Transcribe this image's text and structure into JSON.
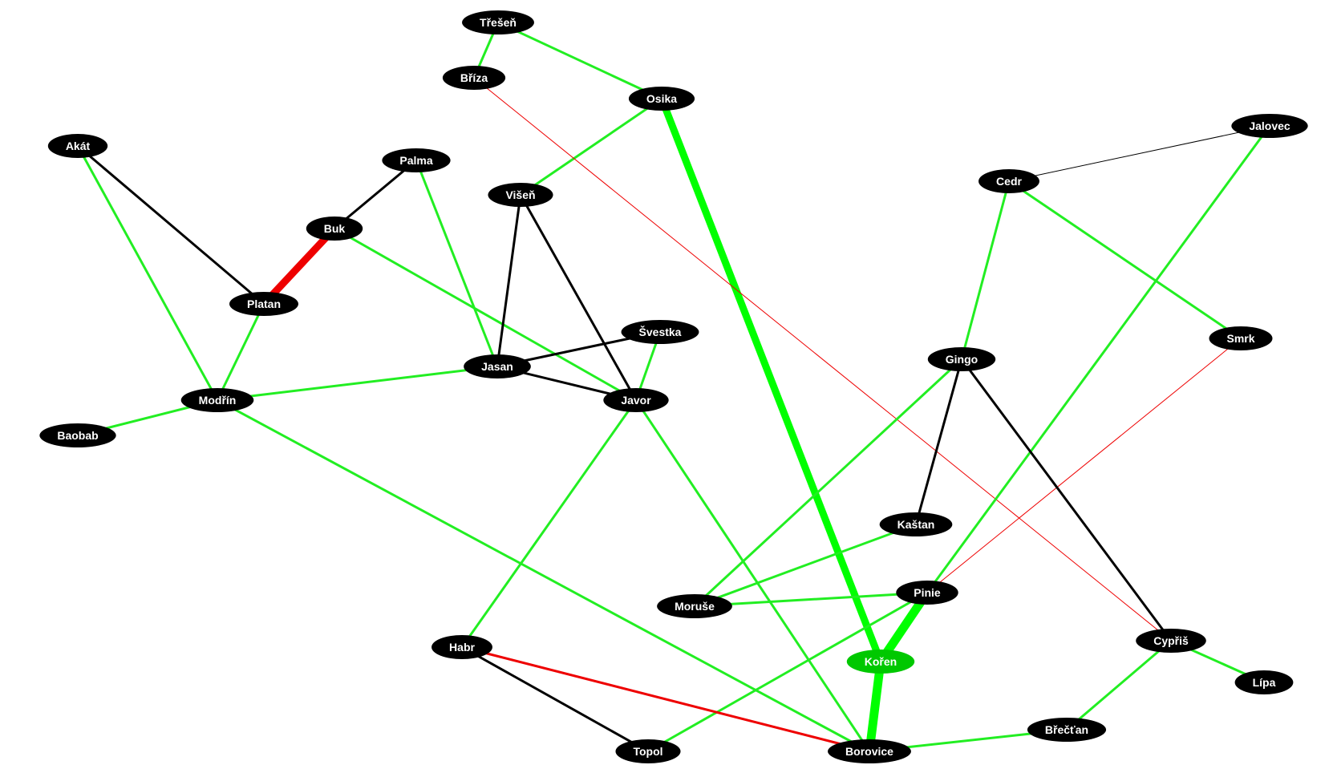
{
  "graph": {
    "nodes": [
      {
        "id": "tresen",
        "label": "Třešeň"
      },
      {
        "id": "briza",
        "label": "Bříza"
      },
      {
        "id": "osika",
        "label": "Osika"
      },
      {
        "id": "jalovec",
        "label": "Jalovec"
      },
      {
        "id": "akat",
        "label": "Akát"
      },
      {
        "id": "palma",
        "label": "Palma"
      },
      {
        "id": "cedr",
        "label": "Cedr"
      },
      {
        "id": "visen",
        "label": "Višeň"
      },
      {
        "id": "buk",
        "label": "Buk"
      },
      {
        "id": "platan",
        "label": "Platan"
      },
      {
        "id": "svestka",
        "label": "Švestka"
      },
      {
        "id": "smrk",
        "label": "Smrk"
      },
      {
        "id": "jasan",
        "label": "Jasan"
      },
      {
        "id": "gingo",
        "label": "Gingo"
      },
      {
        "id": "modrin",
        "label": "Modřín"
      },
      {
        "id": "javor",
        "label": "Javor"
      },
      {
        "id": "baobab",
        "label": "Baobab"
      },
      {
        "id": "kastan",
        "label": "Kaštan"
      },
      {
        "id": "pinie",
        "label": "Pinie"
      },
      {
        "id": "moruse",
        "label": "Moruše"
      },
      {
        "id": "cypris",
        "label": "Cypřiš"
      },
      {
        "id": "habr",
        "label": "Habr"
      },
      {
        "id": "koren",
        "label": "Kořen",
        "fill": "#00c800"
      },
      {
        "id": "lipa",
        "label": "Lípa"
      },
      {
        "id": "brectan",
        "label": "Břečťan"
      },
      {
        "id": "topol",
        "label": "Topol"
      },
      {
        "id": "borovice",
        "label": "Borovice"
      }
    ],
    "edges": [
      {
        "from": "tresen",
        "to": "briza",
        "color": "#22ee22",
        "weight": 3
      },
      {
        "from": "tresen",
        "to": "osika",
        "color": "#22ee22",
        "weight": 3
      },
      {
        "from": "osika",
        "to": "visen",
        "color": "#22ee22",
        "weight": 3
      },
      {
        "from": "osika",
        "to": "koren",
        "color": "#00ff00",
        "weight": 9
      },
      {
        "from": "briza",
        "to": "cypris",
        "color": "#ee0000",
        "weight": 1
      },
      {
        "from": "jalovec",
        "to": "cedr",
        "color": "#000000",
        "weight": 1
      },
      {
        "from": "jalovec",
        "to": "pinie",
        "color": "#22ee22",
        "weight": 3
      },
      {
        "from": "akat",
        "to": "platan",
        "color": "#000000",
        "weight": 3
      },
      {
        "from": "akat",
        "to": "modrin",
        "color": "#22ee22",
        "weight": 3
      },
      {
        "from": "palma",
        "to": "buk",
        "color": "#000000",
        "weight": 3
      },
      {
        "from": "palma",
        "to": "jasan",
        "color": "#22ee22",
        "weight": 3
      },
      {
        "from": "buk",
        "to": "platan",
        "color": "#ee0000",
        "weight": 9
      },
      {
        "from": "buk",
        "to": "javor",
        "color": "#22ee22",
        "weight": 3
      },
      {
        "from": "platan",
        "to": "modrin",
        "color": "#22ee22",
        "weight": 3
      },
      {
        "from": "visen",
        "to": "jasan",
        "color": "#000000",
        "weight": 3
      },
      {
        "from": "visen",
        "to": "javor",
        "color": "#000000",
        "weight": 3
      },
      {
        "from": "svestka",
        "to": "jasan",
        "color": "#000000",
        "weight": 3
      },
      {
        "from": "svestka",
        "to": "javor",
        "color": "#22ee22",
        "weight": 3
      },
      {
        "from": "jasan",
        "to": "javor",
        "color": "#000000",
        "weight": 3
      },
      {
        "from": "jasan",
        "to": "modrin",
        "color": "#22ee22",
        "weight": 3
      },
      {
        "from": "modrin",
        "to": "baobab",
        "color": "#22ee22",
        "weight": 3
      },
      {
        "from": "modrin",
        "to": "borovice",
        "color": "#22ee22",
        "weight": 3
      },
      {
        "from": "javor",
        "to": "habr",
        "color": "#22ee22",
        "weight": 3
      },
      {
        "from": "javor",
        "to": "borovice",
        "color": "#22ee22",
        "weight": 3
      },
      {
        "from": "cedr",
        "to": "gingo",
        "color": "#22ee22",
        "weight": 3
      },
      {
        "from": "cedr",
        "to": "smrk",
        "color": "#22ee22",
        "weight": 3
      },
      {
        "from": "smrk",
        "to": "pinie",
        "color": "#ee0000",
        "weight": 1
      },
      {
        "from": "gingo",
        "to": "kastan",
        "color": "#000000",
        "weight": 3
      },
      {
        "from": "gingo",
        "to": "cypris",
        "color": "#000000",
        "weight": 3
      },
      {
        "from": "gingo",
        "to": "moruse",
        "color": "#22ee22",
        "weight": 3
      },
      {
        "from": "kastan",
        "to": "moruse",
        "color": "#22ee22",
        "weight": 3
      },
      {
        "from": "moruse",
        "to": "pinie",
        "color": "#22ee22",
        "weight": 3
      },
      {
        "from": "pinie",
        "to": "koren",
        "color": "#00ff00",
        "weight": 11
      },
      {
        "from": "pinie",
        "to": "topol",
        "color": "#22ee22",
        "weight": 3
      },
      {
        "from": "koren",
        "to": "borovice",
        "color": "#00ff00",
        "weight": 11
      },
      {
        "from": "habr",
        "to": "topol",
        "color": "#000000",
        "weight": 3
      },
      {
        "from": "habr",
        "to": "borovice",
        "color": "#ee0000",
        "weight": 3
      },
      {
        "from": "borovice",
        "to": "brectan",
        "color": "#22ee22",
        "weight": 3
      },
      {
        "from": "brectan",
        "to": "cypris",
        "color": "#22ee22",
        "weight": 3
      },
      {
        "from": "cypris",
        "to": "lipa",
        "color": "#22ee22",
        "weight": 3
      }
    ]
  }
}
